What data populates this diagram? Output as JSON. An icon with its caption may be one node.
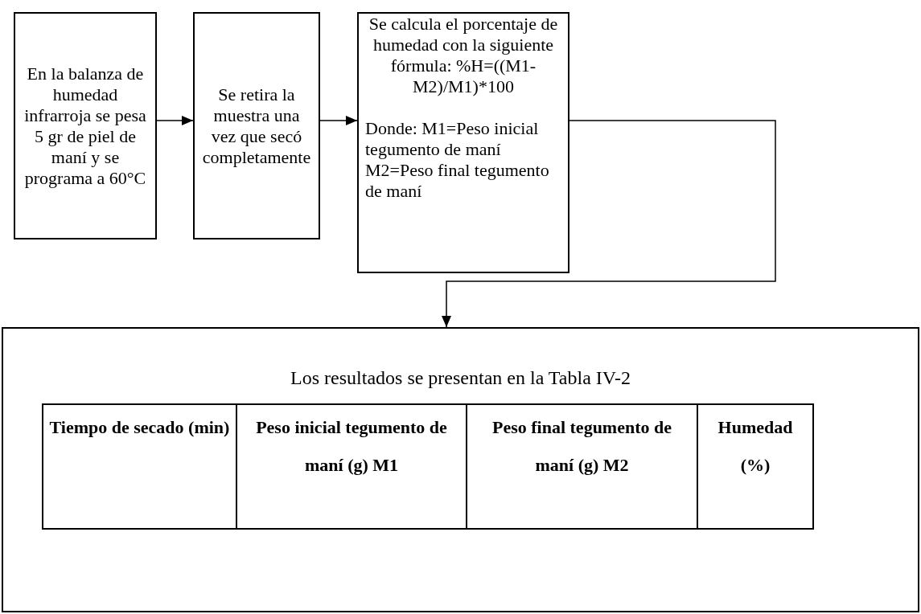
{
  "diagram": {
    "nodes": [
      {
        "text": [
          "En la balanza de humedad infrarroja se pesa 5 gr de piel de maní y se programa a 60°C"
        ]
      },
      {
        "text": [
          "Se retira la muestra una vez que secó completamente"
        ]
      },
      {
        "text": [
          "Se calcula el porcentaje de humedad con la siguiente fórmula: %H=((M1-M2)/M1)*100",
          "Donde: M1=Peso inicial tegumento de maní M2=Peso final tegumento de maní"
        ]
      },
      {
        "text": [
          "Los resultados se presentan en la Tabla IV-2"
        ]
      }
    ],
    "edges": [
      {
        "from": 0,
        "to": 1,
        "arrow": "to"
      },
      {
        "from": 1,
        "to": 2,
        "arrow": "to"
      },
      {
        "from": 2,
        "to": 3,
        "arrow": "to"
      }
    ],
    "labels": [
      "Tiempo de secado (min)",
      "Peso inicial tegumento de maní (g) M1",
      "Peso final tegumento de maní (g) M2",
      "Humedad (%)"
    ]
  }
}
